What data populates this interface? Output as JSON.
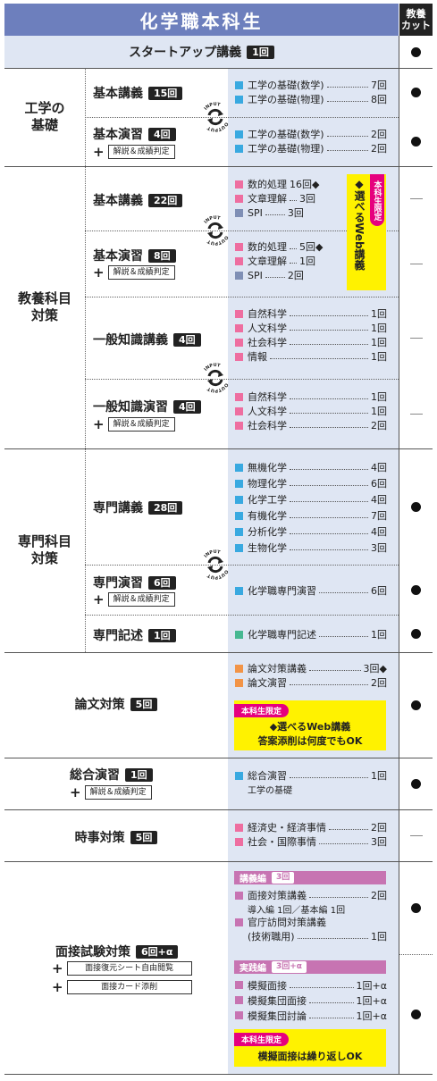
{
  "header": {
    "title": "化学職本科生",
    "cut_label": "教養\nカット"
  },
  "startup": {
    "label": "スタートアップ講義",
    "badge": "1回"
  },
  "kogaku": {
    "category": "工学の\n基礎",
    "lecture": {
      "label": "基本講義",
      "badge": "15回",
      "items": [
        {
          "text": "工学の基礎(数学)",
          "count": "7回"
        },
        {
          "text": "工学の基礎(物理)",
          "count": "8回"
        }
      ]
    },
    "exercise": {
      "label": "基本演習",
      "badge": "4回",
      "plus": "解説＆成績判定",
      "items": [
        {
          "text": "工学の基礎(数学)",
          "count": "2回"
        },
        {
          "text": "工学の基礎(物理)",
          "count": "2回"
        }
      ]
    }
  },
  "kyoyo": {
    "category": "教養科目\n対策",
    "lecture": {
      "label": "基本講義",
      "badge": "22回",
      "items": [
        {
          "text": "数的処理",
          "count": "16回◆"
        },
        {
          "text": "文章理解",
          "count": "3回"
        },
        {
          "text": "SPI",
          "count": "3回"
        }
      ]
    },
    "exercise": {
      "label": "基本演習",
      "badge": "8回",
      "plus": "解説＆成績判定",
      "items": [
        {
          "text": "数的処理",
          "count": "5回◆"
        },
        {
          "text": "文章理解",
          "count": "1回"
        },
        {
          "text": "SPI",
          "count": "2回"
        }
      ]
    },
    "web_tag": "本科生限定",
    "web_text": "◆選べるWeb講義",
    "general_lecture": {
      "label": "一般知識講義",
      "badge": "4回",
      "items": [
        {
          "text": "自然科学",
          "count": "1回"
        },
        {
          "text": "人文科学",
          "count": "1回"
        },
        {
          "text": "社会科学",
          "count": "1回"
        },
        {
          "text": "情報",
          "count": "1回"
        }
      ]
    },
    "general_exercise": {
      "label": "一般知識演習",
      "badge": "4回",
      "plus": "解説＆成績判定",
      "items": [
        {
          "text": "自然科学",
          "count": "1回"
        },
        {
          "text": "人文科学",
          "count": "1回"
        },
        {
          "text": "社会科学",
          "count": "2回"
        }
      ]
    }
  },
  "senmon": {
    "category": "専門科目\n対策",
    "lecture": {
      "label": "専門講義",
      "badge": "28回",
      "items": [
        {
          "text": "無機化学",
          "count": "4回"
        },
        {
          "text": "物理化学",
          "count": "6回"
        },
        {
          "text": "化学工学",
          "count": "4回"
        },
        {
          "text": "有機化学",
          "count": "7回"
        },
        {
          "text": "分析化学",
          "count": "4回"
        },
        {
          "text": "生物化学",
          "count": "3回"
        }
      ]
    },
    "exercise": {
      "label": "専門演習",
      "badge": "6回",
      "plus": "解説＆成績判定",
      "items": [
        {
          "text": "化学職専門演習",
          "count": "6回"
        }
      ]
    },
    "kijutsu": {
      "label": "専門記述",
      "badge": "1回",
      "items": [
        {
          "text": "化学職専門記述",
          "count": "1回"
        }
      ]
    }
  },
  "ronbun": {
    "label": "論文対策",
    "badge": "5回",
    "items": [
      {
        "text": "論文対策講義",
        "count": "3回◆"
      },
      {
        "text": "論文演習",
        "count": "2回"
      }
    ],
    "tag": "本科生限定",
    "note1": "◆選べるWeb講義",
    "note2": "答案添削は何度でもOK"
  },
  "sogo": {
    "label": "総合演習",
    "badge": "1回",
    "plus": "解説＆成績判定",
    "items": [
      {
        "text": "総合演習",
        "count": "1回"
      }
    ],
    "sub": "工学の基礎"
  },
  "jiji": {
    "label": "時事対策",
    "badge": "5回",
    "items": [
      {
        "text": "経済史・経済事情",
        "count": "2回"
      },
      {
        "text": "社会・国際事情",
        "count": "3回"
      }
    ]
  },
  "mensetsu": {
    "label": "面接試験対策",
    "badge": "6回+α",
    "plus1": "面接復元シート自由閲覧",
    "plus2": "面接カード添削",
    "kogi_label": "講義編",
    "kogi_badge": "3回",
    "kogi_items": [
      {
        "text": "面接対策講義",
        "count": "2回"
      },
      {
        "text": "官庁訪問対策講義",
        "count": ""
      }
    ],
    "kogi_sub1": "導入編 1回／基本編 1回",
    "kogi_sub2": "(技術職用)",
    "kogi_sub2_count": "1回",
    "jissen_label": "実践編",
    "jissen_badge": "3回+α",
    "jissen_items": [
      {
        "text": "模擬面接",
        "count": "1回+α"
      },
      {
        "text": "模擬集団面接",
        "count": "1回+α"
      },
      {
        "text": "模擬集団討論",
        "count": "1回+α"
      }
    ],
    "tag": "本科生限定",
    "note": "模擬面接は繰り返しOK"
  },
  "cycle": {
    "top": "INPUT",
    "bottom": "OUTPUT"
  },
  "colors": {
    "header": "#6d7fbd",
    "light_blue": "#dfe6f3",
    "blue": "#39a9e0",
    "pink": "#ee6ea0",
    "gray": "#7f8fb5",
    "green": "#47b891",
    "orange": "#f29447",
    "purple": "#c774b2",
    "magenta": "#e6007e",
    "yellow": "#fff200"
  },
  "marks": {
    "included": "●",
    "cut": "—"
  }
}
